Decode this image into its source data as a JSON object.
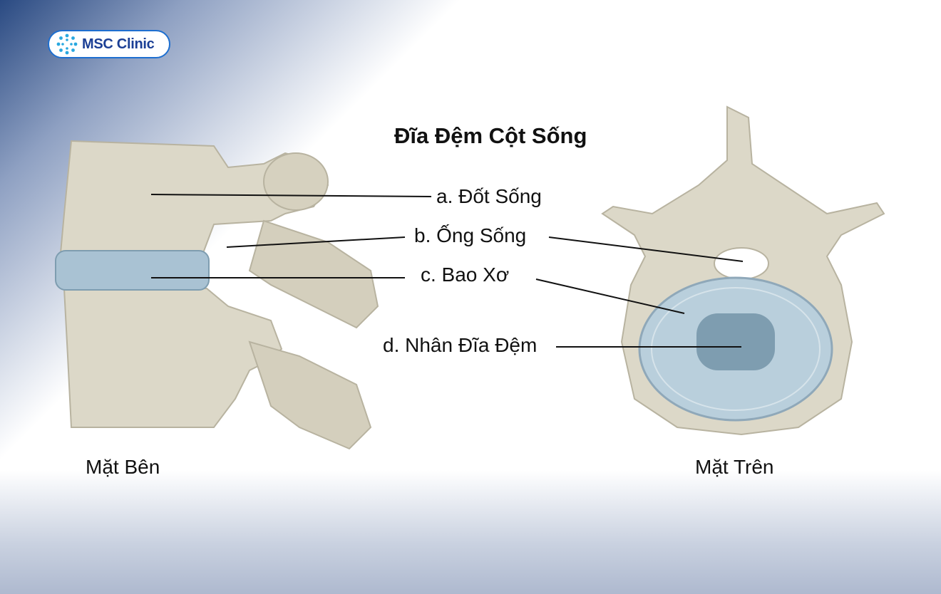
{
  "logo": {
    "text": "MSC Clinic",
    "color": "#1b3f95",
    "border": "#1e6fd0"
  },
  "title": "Đĩa Đệm Cột Sống",
  "labels": {
    "a": "a. Đốt Sống",
    "b": "b. Ống Sống",
    "c": "c. Bao Xơ",
    "d": "d. Nhân Đĩa Đệm"
  },
  "views": {
    "side": "Mặt Bên",
    "top": "Mặt Trên"
  },
  "colors": {
    "bone": "#dcd8c8",
    "disc": "#a9c2d3",
    "nucleus": "#7e9db0",
    "line": "#111111"
  }
}
